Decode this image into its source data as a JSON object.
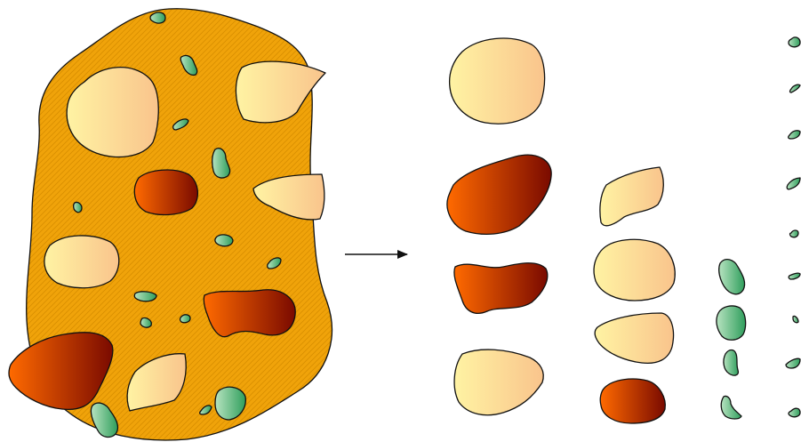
{
  "diagram": {
    "colors": {
      "matrix_fill": "#f0a30a",
      "matrix_hatch": "#d98e00",
      "outline": "#111111",
      "light_grain_start": "#fff3a3",
      "light_grain_end": "#f9c48c",
      "dark_grain_start": "#ff6a00",
      "dark_grain_end": "#7a0a00",
      "green_grain_start": "#b7e3c0",
      "green_grain_end": "#2f9e5c",
      "arrow": "#111111"
    },
    "grain_types": [
      "light-tan-grain",
      "dark-red-grain",
      "green-grain"
    ],
    "sorted_columns": [
      {
        "name": "large-grains",
        "count": 4
      },
      {
        "name": "medium-grains",
        "count": 4
      },
      {
        "name": "small-green-grains",
        "count": 4
      },
      {
        "name": "tiny-grains",
        "count": 9
      }
    ]
  }
}
